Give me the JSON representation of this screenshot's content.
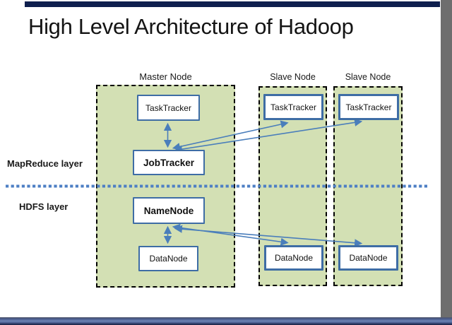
{
  "chrome": {
    "top_bar_color": "#0f1f4e",
    "right_strip_color": "#6e6e6e",
    "bottom_bar_gradient": [
      "#555a6b",
      "#47598c",
      "#6d84b4",
      "#54699c",
      "#2a3560",
      "#1c2444"
    ]
  },
  "slide": {
    "title": "High Level Architecture of Hadoop",
    "groups": [
      {
        "label": "Master Node",
        "nodes": [
          {
            "label": "TaskTracker",
            "bold": false
          },
          {
            "label": "JobTracker",
            "bold": true
          },
          {
            "label": "NameNode",
            "bold": true
          },
          {
            "label": "DataNode",
            "bold": false
          }
        ]
      },
      {
        "label": "Slave Node",
        "nodes": [
          {
            "label": "TaskTracker",
            "bold": false
          },
          {
            "label": "DataNode",
            "bold": false
          }
        ]
      },
      {
        "label": "Slave Node",
        "nodes": [
          {
            "label": "TaskTracker",
            "bold": false
          },
          {
            "label": "DataNode",
            "bold": false
          }
        ]
      }
    ],
    "layers": [
      {
        "label": "MapReduce layer"
      },
      {
        "label": "HDFS layer"
      }
    ],
    "colors": {
      "group_fill": "#d3e0b4",
      "group_border": "#000000",
      "node_border": "#3e6da5",
      "node_fill": "#ffffff",
      "arrow": "#4a7ebb",
      "layer_divider": "#4d7fc4",
      "title_color": "#141414"
    }
  }
}
